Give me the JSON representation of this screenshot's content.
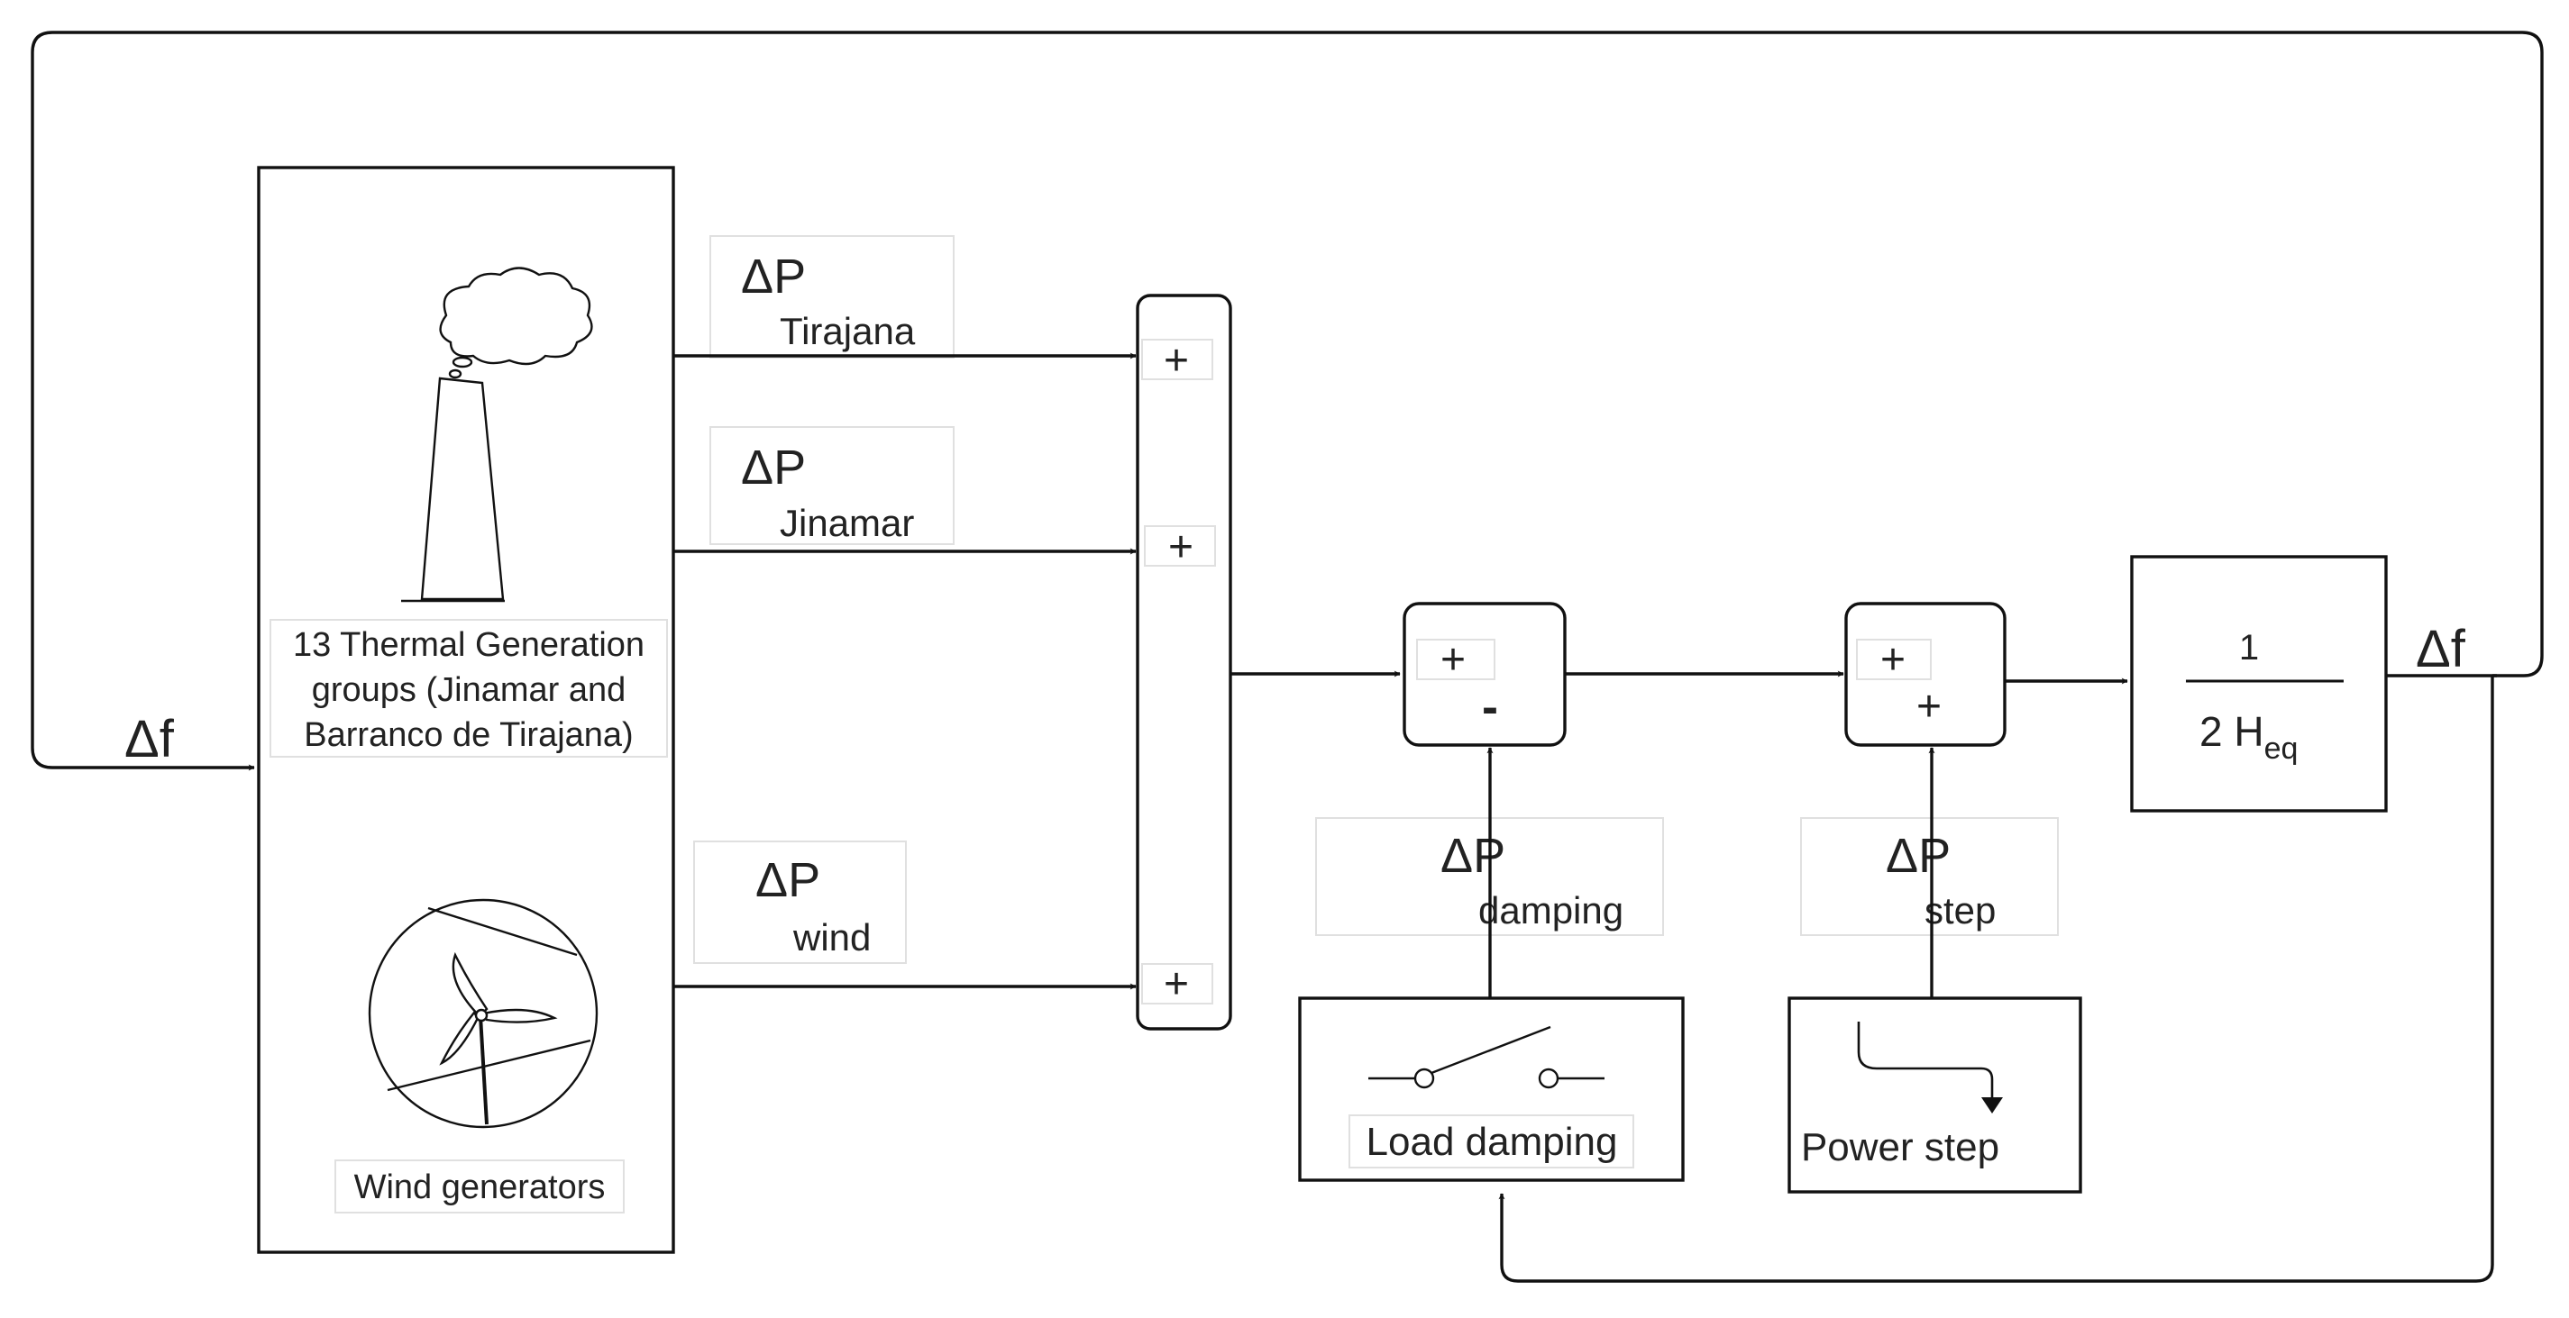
{
  "signals": {
    "delta_f": "Δf",
    "delta_p": "ΔP"
  },
  "inputs": {
    "tirajana": "Tirajana",
    "jinamar": "Jinamar",
    "wind": "wind",
    "damping": "damping",
    "step": "step"
  },
  "generator_box": {
    "thermal_label_lines": [
      "13 Thermal Generation",
      "groups (Jinamar and",
      "Barranco de Tirajana)"
    ],
    "wind_label": "Wind generators"
  },
  "summers": {
    "main": [
      "+",
      "+",
      "+"
    ],
    "damping_sum": [
      "+",
      "-"
    ],
    "step_sum": [
      "+",
      "+"
    ]
  },
  "transfer_block": {
    "numerator": "1",
    "denominator": "2 H",
    "subscript": "eq"
  },
  "load_damping": {
    "label": "Load damping"
  },
  "power_step": {
    "label": "Power step"
  }
}
